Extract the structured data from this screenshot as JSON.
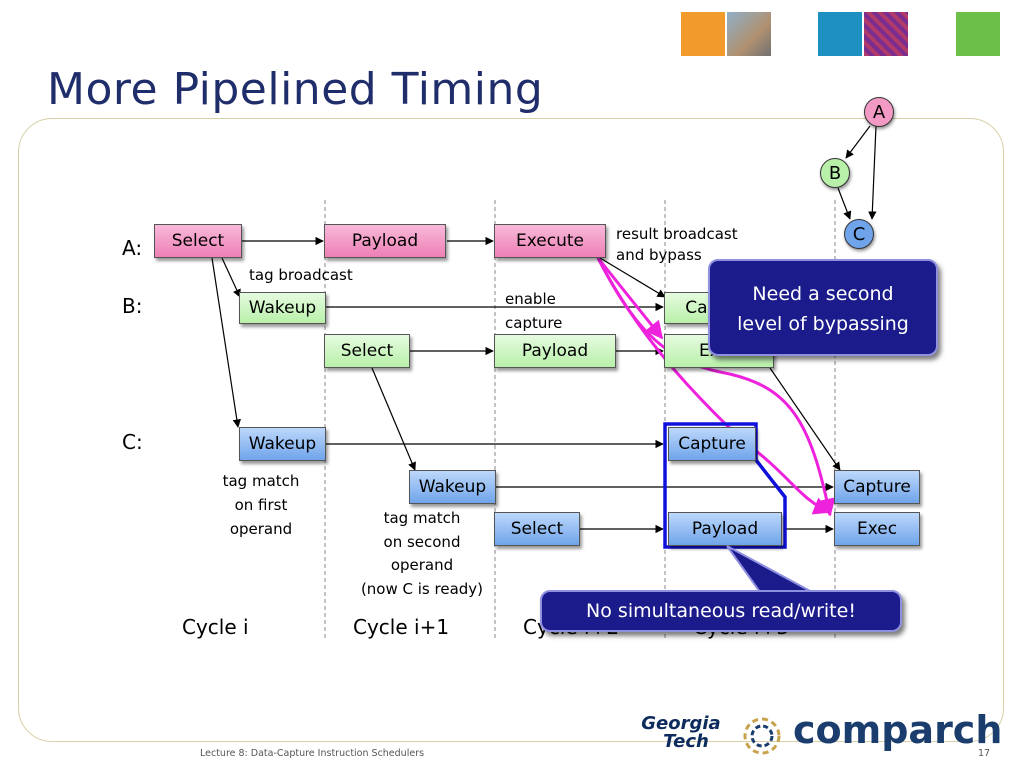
{
  "slide": {
    "title": "More Pipelined Timing",
    "footer_text": "Lecture 8: Data-Capture Instruction Schedulers",
    "page_number": "17"
  },
  "header_squares": [
    {
      "color": "#f39a2c"
    },
    {
      "color": "#1e8fc1"
    },
    {
      "color": "#6cc04a"
    }
  ],
  "row_labels": {
    "a": "A:",
    "b": "B:",
    "c": "C:"
  },
  "stages": {
    "a_select": "Select",
    "a_payload": "Payload",
    "a_execute": "Execute",
    "b_wakeup": "Wakeup",
    "b_capture": "Capture",
    "b_select": "Select",
    "b_payload": "Payload",
    "b_exec": "Exec",
    "c_wakeup1": "Wakeup",
    "c_capture1": "Capture",
    "c_wakeup2": "Wakeup",
    "c_capture2": "Capture",
    "c_select": "Select",
    "c_payload": "Payload",
    "c_exec": "Exec"
  },
  "annotations": {
    "tag_broadcast": "tag broadcast",
    "result_broadcast": "result broadcast\nand bypass",
    "enable_capture": "enable\ncapture",
    "tag_match_first": "tag match\non first\noperand",
    "tag_match_second": "tag match\non second\noperand\n(now C is ready)"
  },
  "cycles": [
    "Cycle i",
    "Cycle i+1",
    "Cycle i+2",
    "Cycle i+3"
  ],
  "dependency_graph": {
    "nodes": [
      "A",
      "B",
      "C"
    ]
  },
  "callouts": {
    "bypass": "Need a second\nlevel of bypassing",
    "conflict": "No simultaneous read/write!"
  },
  "logo": {
    "gt_line1": "Georgia",
    "gt_line2": "Tech",
    "comparch": "comparch"
  },
  "colors": {
    "title": "#1f2d6b",
    "stage_a": "#ee7fb6",
    "stage_b": "#b8f0a9",
    "stage_c": "#6fa4ea",
    "bypass_arrow": "#ee22dd",
    "highlight": "#1010dd",
    "callout": "#1b1b8c"
  }
}
